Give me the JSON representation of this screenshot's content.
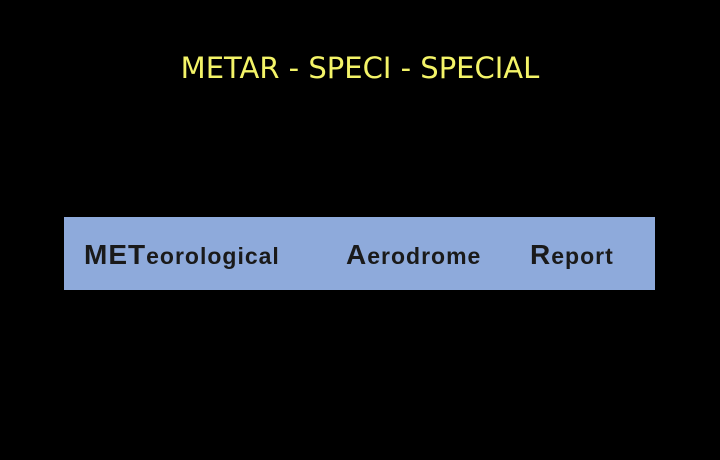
{
  "slide": {
    "title": "METAR - SPECI - SPECIAL",
    "title_color": "#f4f468",
    "background_color": "#000000"
  },
  "expansion": {
    "box_color": "#8eaadb",
    "words": [
      {
        "caps": "MET",
        "rest": "eorological"
      },
      {
        "caps": "A",
        "rest": "erodrome"
      },
      {
        "caps": "R",
        "rest": "eport"
      }
    ]
  }
}
